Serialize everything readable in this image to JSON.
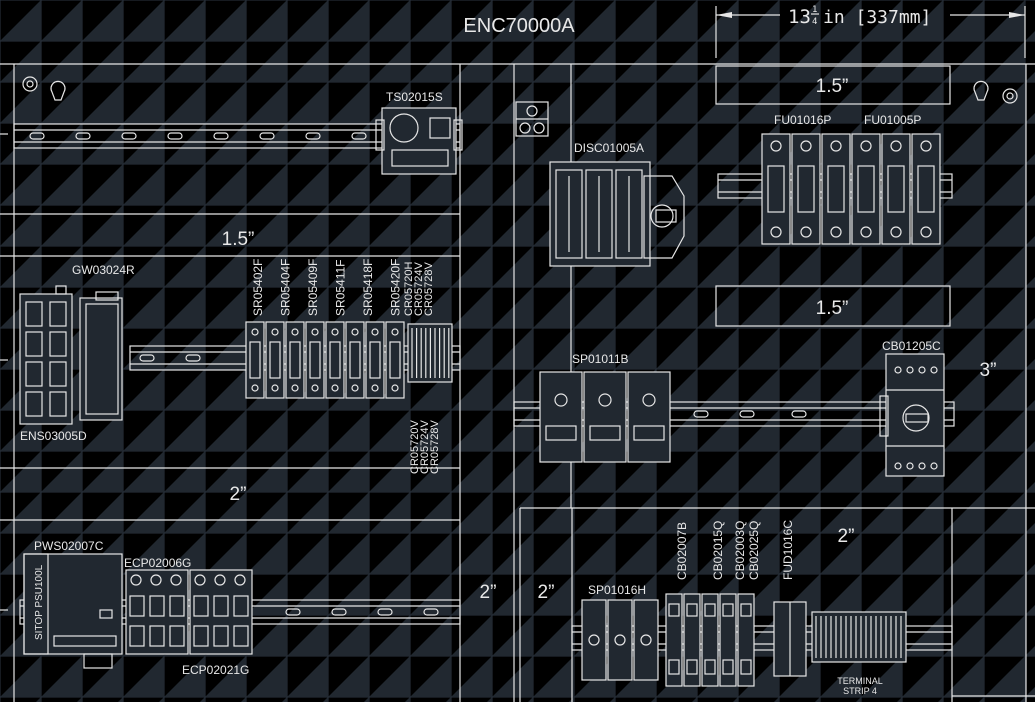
{
  "title": "ENC70000A",
  "dimension": {
    "whole": "13",
    "frac_num": "1",
    "frac_den": "4",
    "unit_text": "in  [337mm]"
  },
  "spacings": {
    "s_left_top": "1.5”",
    "s_left_mid": "2”",
    "s_left_right": "2”",
    "s_right_top": "1.5”",
    "s_right_mid": "1.5”",
    "s_right_edge": "3”",
    "s_right_bottom": "2”",
    "s_right_left": "2”"
  },
  "labels": {
    "ts": "TS02015S",
    "disc": "DISC01005A",
    "fu1": "FU01016P",
    "fu2": "FU01005P",
    "gw": "GW03024R",
    "ens": "ENS03005D",
    "sp1": "SP01011B",
    "cb1": "CB01205C",
    "pws": "PWS02007C",
    "ecp1": "ECP02006G",
    "ecp2": "ECP02021G",
    "sp2": "SP01016H",
    "term1": "TERMINAL",
    "term2": "STRIP  4",
    "psu_brand": "SITOP PSU100L"
  },
  "relay_labels": [
    "SR05402F",
    "SR05404F",
    "SR05409F",
    "SR05411F",
    "SR05418F",
    "SR05420F"
  ],
  "cr_top": [
    "CR05720H",
    "CR05724V",
    "CR05728V"
  ],
  "cr_bottom": [
    "CR05720V",
    "CR05724V",
    "CR05728V"
  ],
  "breaker_labels": [
    "CB02007B",
    "CB02015Q",
    "CB02003Q",
    "CB02025Q",
    "FUD1016C"
  ]
}
